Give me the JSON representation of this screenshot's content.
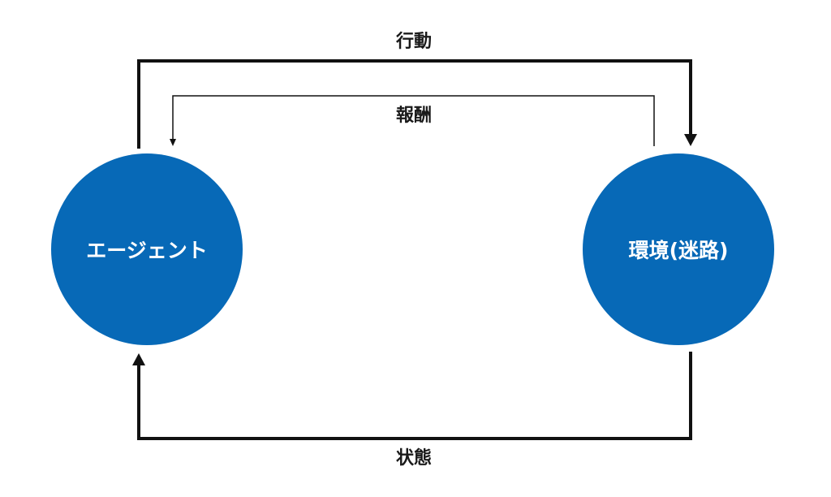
{
  "nodes": {
    "agent": {
      "label": "エージェント"
    },
    "environment": {
      "label": "環境(迷路)"
    }
  },
  "edges": {
    "action": {
      "label": "行動"
    },
    "reward": {
      "label": "報酬"
    },
    "state": {
      "label": "状態"
    }
  },
  "colors": {
    "node_fill": "#0769b7",
    "node_text": "#ffffff",
    "arrow": "#111111",
    "label": "#1a1a1a"
  }
}
